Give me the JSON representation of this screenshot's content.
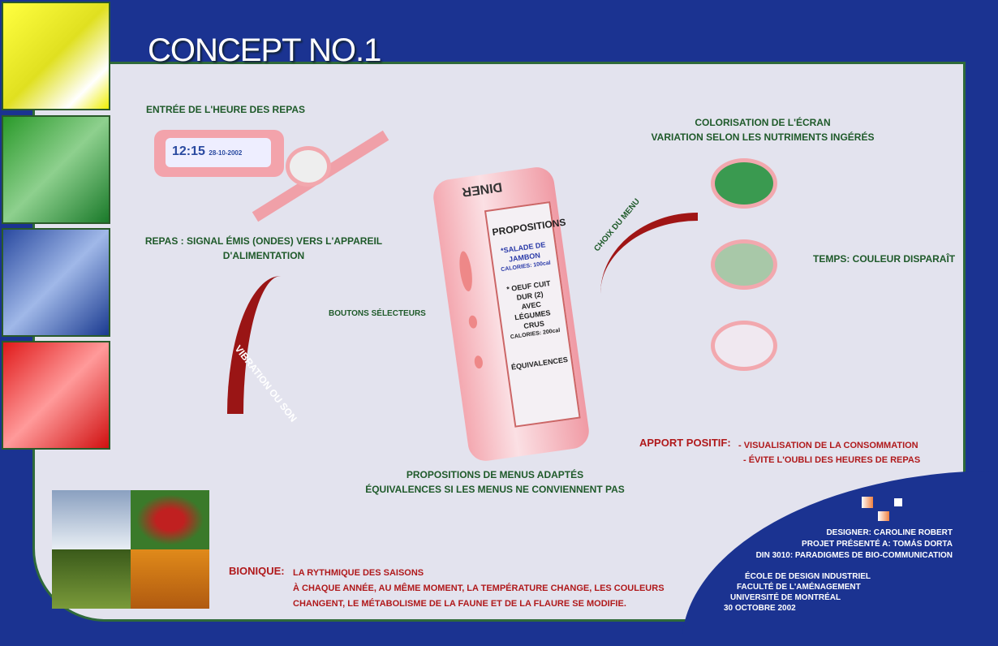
{
  "title": "CONCEPT NO.1",
  "watch": {
    "heading": "ENTRÉE DE L'HEURE DES REPAS",
    "time": "12:15",
    "date": "28-10-2002",
    "signal": "REPAS : SIGNAL ÉMIS (ONDES) VERS L'APPAREIL",
    "signal2": "D'ALIMENTATION",
    "arrow": "VIBRATION OU SON"
  },
  "device": {
    "top": "DINER",
    "heading": "PROPOSITIONS",
    "item1": "*SALADE DE JAMBON",
    "cal1": "CALORIES: 100cal",
    "item2": "* OEUF CUIT DUR (2)",
    "item2b": "AVEC LÉGUMES CRUS",
    "cal2": "CALORIES: 200cal",
    "footer": "ÉQUIVALENCES",
    "buttons": "BOUTONS SÉLECTEURS",
    "caption1": "PROPOSITIONS DE MENUS ADAPTÉS",
    "caption2": "ÉQUIVALENCES SI LES MENUS NE CONVIENNENT PAS",
    "choice": "CHOIX DU MENU"
  },
  "screen": {
    "heading1": "COLORISATION DE L'ÉCRAN",
    "heading2": "VARIATION SELON LES NUTRIMENTS INGÉRÉS",
    "time": "TEMPS: COULEUR DISPARAÎT"
  },
  "positive": {
    "label": "APPORT POSITIF:",
    "l1": "- VISUALISATION DE LA CONSOMMATION",
    "l2": "- ÉVITE L'OUBLI DES HEURES DE REPAS"
  },
  "bionique": {
    "label": "BIONIQUE:",
    "l1": "LA RYTHMIQUE DES SAISONS",
    "l2": "À CHAQUE ANNÉE, AU MÊME MOMENT, LA TEMPÉRATURE CHANGE, LES COULEURS",
    "l3": "CHANGENT, LE MÉTABOLISME DE LA FAUNE ET DE LA FLAURE SE MODIFIE."
  },
  "credits": {
    "c1": "DESIGNER: CAROLINE ROBERT",
    "c2": "PROJET PRÉSENTÉ A: TOMÁS DORTA",
    "c3": "DIN 3010: PARADIGMES DE BIO-COMMUNICATION",
    "s1": "ÉCOLE DE DESIGN INDUSTRIEL",
    "s2": "FACULTÉ DE L'AMÉNAGEMENT",
    "s3": "UNIVERSITÉ DE MONTRÉAL",
    "s4": "30 OCTOBRE 2002"
  }
}
